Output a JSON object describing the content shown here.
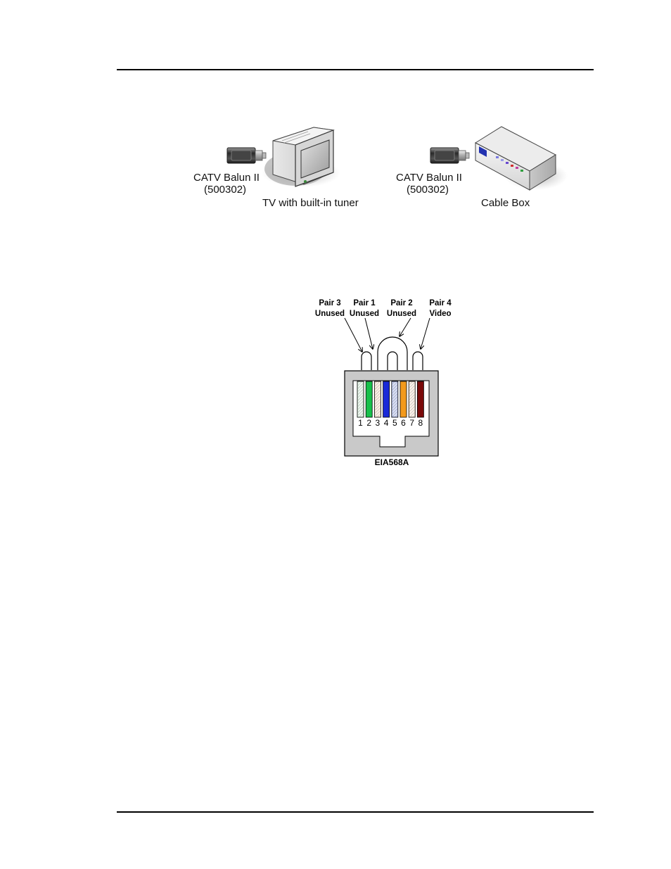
{
  "equipment": {
    "tv": {
      "balun_label": "CATV Balun II",
      "balun_part": "(500302)",
      "caption": "TV with built-in tuner"
    },
    "cable_box": {
      "balun_label": "CATV Balun II",
      "balun_part": "(500302)",
      "caption": "Cable Box"
    }
  },
  "jack": {
    "standard": "EIA568A",
    "pairs": [
      {
        "name": "Pair 3",
        "use": "Unused"
      },
      {
        "name": "Pair 1",
        "use": "Unused"
      },
      {
        "name": "Pair 2",
        "use": "Unused"
      },
      {
        "name": "Pair 4",
        "use": "Video"
      }
    ],
    "pins": [
      "1",
      "2",
      "3",
      "4",
      "5",
      "6",
      "7",
      "8"
    ],
    "pin_colors": [
      "#d8f0dc",
      "#17c04a",
      "#f6dcc8",
      "#1a2ad8",
      "#a9b6e8",
      "#f39a1c",
      "#f3e4d4",
      "#7a0a0a"
    ],
    "pin_striped": [
      true,
      false,
      true,
      false,
      true,
      false,
      true,
      false
    ]
  }
}
